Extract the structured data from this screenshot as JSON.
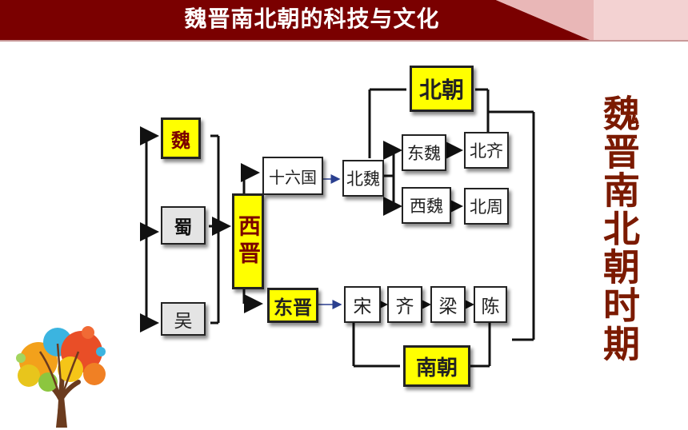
{
  "header": {
    "title": "魏晋南北朝的科技与文化"
  },
  "side_title": "魏晋南北朝时期",
  "nodes": {
    "wei": "魏",
    "shu": "蜀",
    "wu": "吴",
    "xijin": "西晋",
    "shiliuguo": "十六国",
    "dongjin": "东晋",
    "beiwei": "北魏",
    "dongwei": "东魏",
    "xiwei": "西魏",
    "beiqi": "北齐",
    "beizhou": "北周",
    "beichao": "北朝",
    "nanchao": "南朝",
    "song": "宋",
    "qi": "齐",
    "liang": "梁",
    "chen": "陈"
  },
  "colors": {
    "banner": "#7a0000",
    "highlight": "#ffff00",
    "title_text": "#7b1a00"
  },
  "icons": [
    "autumn-tree-icon"
  ]
}
